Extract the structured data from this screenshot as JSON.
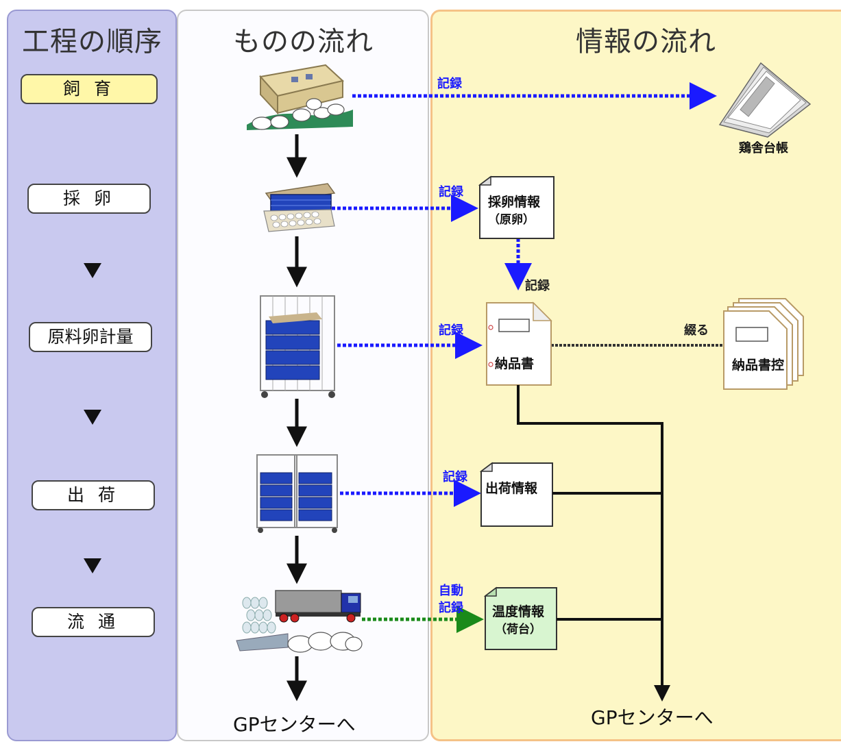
{
  "columns": {
    "process": "工程の順序",
    "goods": "ものの流れ",
    "info": "情報の流れ"
  },
  "steps": [
    "飼 育",
    "採 卵",
    "原料卵計量",
    "出 荷",
    "流 通"
  ],
  "labels": {
    "record": "記録",
    "auto_record_1": "自動",
    "auto_record_2": "記録",
    "bind": "綴る"
  },
  "documents": {
    "ledger": "鶏舎台帳",
    "egg_info_1": "採卵情報",
    "egg_info_2": "（原卵）",
    "delivery": "納品書",
    "delivery_copy": "納品書控",
    "ship_info": "出荷情報",
    "temp_info_1": "温度情報",
    "temp_info_2": "（荷台）"
  },
  "destination": {
    "goods": "GPセンターへ",
    "info": "GPセンターへ"
  },
  "colors": {
    "record_arrow": "#1a1aff",
    "auto_arrow": "#1a8a1a",
    "temp_doc": "#d8f5d0"
  }
}
